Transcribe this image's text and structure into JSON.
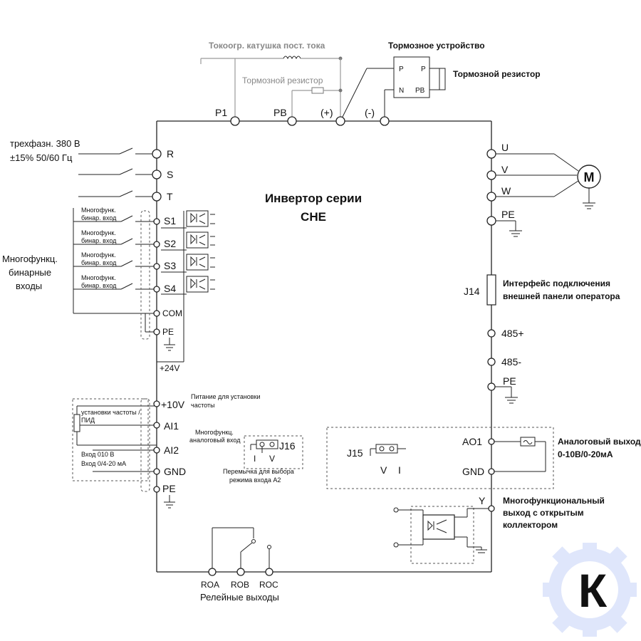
{
  "title_line1": "Инвертор серии",
  "title_line2": "CHE",
  "top": {
    "dc_choke": "Токоогр. катушка пост. тока",
    "brake_resistor_inner": "Тормозной резистор",
    "brake_unit": "Тормозное устройство",
    "brake_resistor_outer": "Тормозной резистор",
    "unit_p": "P",
    "unit_n": "N",
    "unit_pp": "P",
    "unit_pb": "PB",
    "terminals": [
      "P1",
      "PB",
      "(+)",
      "(-)"
    ]
  },
  "power": {
    "supply_line1": "трехфазн. 380 В",
    "supply_line2": "±15% 50/60 Гц",
    "inputs": [
      "R",
      "S",
      "T"
    ],
    "outputs": [
      "U",
      "V",
      "W",
      "PE"
    ],
    "motor": "M"
  },
  "digital": {
    "group_label_1": "Многофункц.",
    "group_label_2": "бинарные",
    "group_label_3": "входы",
    "item_label_1": "Многофунк.",
    "item_label_2": "бинар. вход",
    "terminals": [
      "S1",
      "S2",
      "S3",
      "S4",
      "COM",
      "PE",
      "+24V"
    ]
  },
  "analog": {
    "plus10v": "+10V",
    "supply_note_1": "Питание для установки",
    "supply_note_2": "частоты",
    "setpoint_1": "установки частоты /",
    "setpoint_2": "ПИД",
    "ai1": "AI1",
    "ai2": "AI2",
    "gnd": "GND",
    "pe": "PE",
    "input_note_1": "Вход 010 В",
    "input_note_2": "Вход 0/4-20 мА",
    "multi_in_1": "Многофункц.",
    "multi_in_2": "аналоговый вход",
    "j16": "J16",
    "jumper_note_1": "Перемычка для выбора",
    "jumper_note_2": "режима входа А2",
    "j16_i": "I",
    "j16_v": "V"
  },
  "right": {
    "j14": "J14",
    "j14_note_1": "Интерфейс подключения",
    "j14_note_2": "внешней панели оператора",
    "rs485_plus": "485+",
    "rs485_minus": "485-",
    "pe": "PE",
    "j15": "J15",
    "j15_v": "V",
    "j15_i": "I",
    "ao1": "AO1",
    "gnd": "GND",
    "ao_note_1": "Аналоговый выход",
    "ao_note_2": "0-10В/0-20мА",
    "y": "Y",
    "y_note_1": "Многофункциональный",
    "y_note_2": "выход с открытым",
    "y_note_3": "коллектором"
  },
  "relay": {
    "terminals": [
      "ROA",
      "ROB",
      "ROC"
    ],
    "label": "Релейные выходы"
  },
  "logo": {
    "letter": "К",
    "color": "#c9d4f5"
  }
}
